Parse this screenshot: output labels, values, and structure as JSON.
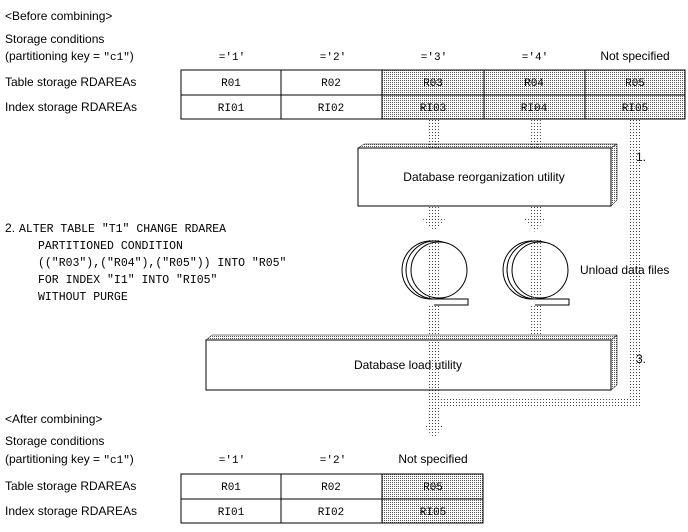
{
  "before": {
    "heading": "<Before combining>",
    "storage_label_1": "Storage conditions",
    "storage_label_2_prefix": "(partitioning key = ",
    "storage_label_2_key": "\"c1\"",
    "storage_label_2_suffix": ")",
    "conditions": [
      "='1'",
      "='2'",
      "='3'",
      "='4'",
      "Not specified"
    ],
    "table_label": "Table storage RDAREAs",
    "index_label": "Index storage RDAREAs",
    "table_cells": [
      "R01",
      "R02",
      "R03",
      "R04",
      "R05"
    ],
    "index_cells": [
      "RI01",
      "RI02",
      "RI03",
      "RI04",
      "RI05"
    ]
  },
  "steps": {
    "step1_number": "1.",
    "reorg_label": "Database reorganization utility",
    "step2_number": "2.",
    "sql_lines": [
      "ALTER TABLE \"T1\" CHANGE RDAREA",
      "PARTITIONED CONDITION",
      "((\"R03\"),(\"R04\"),(\"R05\")) INTO \"R05\"",
      "FOR INDEX \"I1\" INTO \"RI05\"",
      "WITHOUT PURGE"
    ],
    "unload_label": "Unload data files",
    "step3_number": "3.",
    "load_label": "Database load utility"
  },
  "after": {
    "heading": "<After combining>",
    "storage_label_1": "Storage conditions",
    "storage_label_2_prefix": "(partitioning key = ",
    "storage_label_2_key": "\"c1\"",
    "storage_label_2_suffix": ")",
    "conditions": [
      "='1'",
      "='2'",
      "Not specified"
    ],
    "table_label": "Table storage RDAREAs",
    "index_label": "Index storage RDAREAs",
    "table_cells": [
      "R01",
      "R02",
      "R05"
    ],
    "index_cells": [
      "RI01",
      "RI02",
      "RI05"
    ]
  },
  "colors": {
    "line": "#000000",
    "dots": "#555555",
    "background": "#ffffff"
  }
}
